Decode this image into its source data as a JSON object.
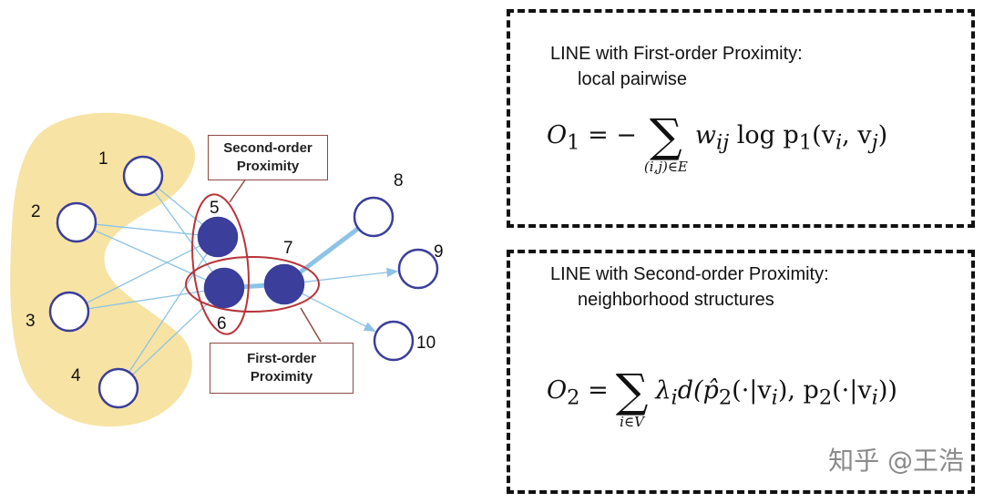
{
  "graph": {
    "nodes": [
      {
        "id": "1",
        "label": "1",
        "filled": false
      },
      {
        "id": "2",
        "label": "2",
        "filled": false
      },
      {
        "id": "3",
        "label": "3",
        "filled": false
      },
      {
        "id": "4",
        "label": "4",
        "filled": false
      },
      {
        "id": "5",
        "label": "5",
        "filled": true
      },
      {
        "id": "6",
        "label": "6",
        "filled": true
      },
      {
        "id": "7",
        "label": "7",
        "filled": true
      },
      {
        "id": "8",
        "label": "8",
        "filled": false
      },
      {
        "id": "9",
        "label": "9",
        "filled": false
      },
      {
        "id": "10",
        "label": "10",
        "filled": false
      }
    ],
    "edges": [
      {
        "from": "1",
        "to": "5"
      },
      {
        "from": "1",
        "to": "6"
      },
      {
        "from": "2",
        "to": "5"
      },
      {
        "from": "2",
        "to": "6"
      },
      {
        "from": "3",
        "to": "5"
      },
      {
        "from": "3",
        "to": "6"
      },
      {
        "from": "4",
        "to": "5"
      },
      {
        "from": "4",
        "to": "6"
      },
      {
        "from": "6",
        "to": "7",
        "bold": true
      },
      {
        "from": "7",
        "to": "8",
        "bold": true
      },
      {
        "from": "7",
        "to": "9",
        "arrow": true
      },
      {
        "from": "7",
        "to": "10",
        "arrow": true
      }
    ],
    "callouts": {
      "second_order": "Second-order\nProximity",
      "first_order": "First-order\nProximity"
    },
    "colors": {
      "cluster_fill": "#f7e3a4",
      "node_stroke": "#3b3e9a",
      "node_fill": "#3b3e9a",
      "edge": "#8cc3e6",
      "ellipse": "#b8343a"
    }
  },
  "panels": {
    "first": {
      "title": "LINE with First-order Proximity:",
      "subtitle": "local pairwise",
      "formula": {
        "lhs": "O",
        "lhs_sub": "1",
        "equals_prefix": "= −",
        "sum_under": "(i,j)∈E",
        "body": "w",
        "body_sub": "ij",
        "rest": " log p",
        "rest_sub": "1",
        "args": "(v",
        "args_sub1": "i",
        "args_mid": ", v",
        "args_sub2": "j",
        "args_end": ")"
      }
    },
    "second": {
      "title": "LINE with Second-order Proximity:",
      "subtitle": "neighborhood structures",
      "formula": {
        "lhs": "O",
        "lhs_sub": "2",
        "equals": "=",
        "sum_under": "i∈V",
        "text": "λ",
        "text_sub": "i",
        "rest": "d(p̂",
        "rest_sub": "2",
        "rest2": "(·|v",
        "rest2_sub": "i",
        "rest3": "), p",
        "rest3_sub": "2",
        "rest4": "(·|v",
        "rest4_sub": "i",
        "rest5": "))"
      }
    }
  },
  "watermark": "知乎 @王浩"
}
